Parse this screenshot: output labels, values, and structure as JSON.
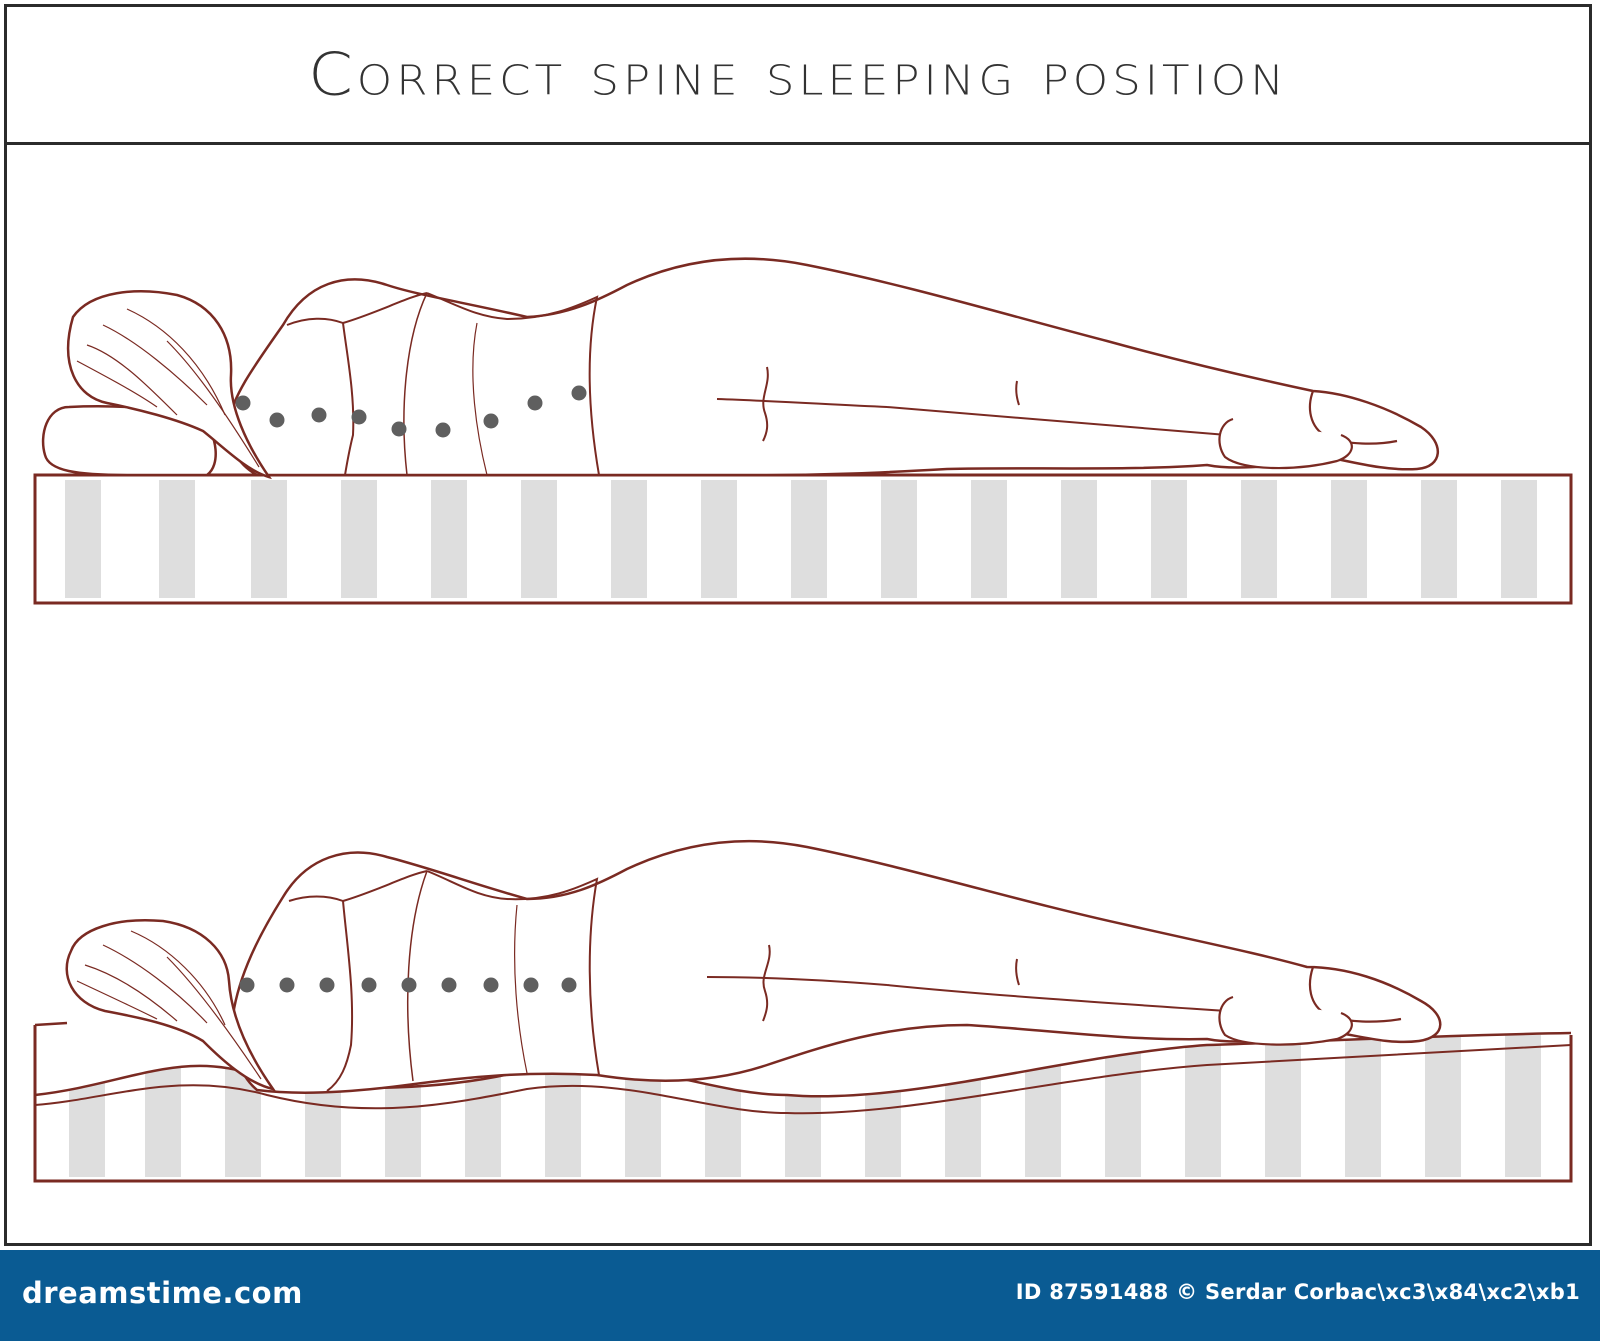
{
  "title": "Correct spine sleeping position",
  "footer": {
    "brand": "dreamstime.com",
    "credit": "ID 87591488 © Serdar Corbac\\xc3\\x84\\xc2\\xb1"
  },
  "colors": {
    "outline": "#7a2a22",
    "spine_dot": "#5f5f5f",
    "mattress_stripe": "#dedede",
    "frame": "#2b2b2b",
    "footer_bg": "#0a5b93"
  },
  "panels": [
    {
      "name": "side-sleeper-on-firm-mattress",
      "spine": "curved"
    },
    {
      "name": "side-sleeper-on-contouring-mattress",
      "spine": "straight"
    }
  ]
}
